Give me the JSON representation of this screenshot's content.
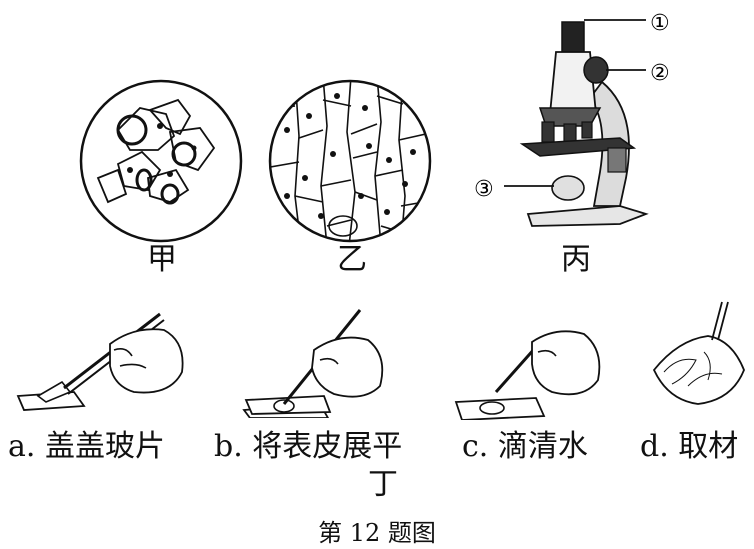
{
  "figure_labels": {
    "jia": "甲",
    "yi": "乙",
    "bing": "丙"
  },
  "microscope_parts": {
    "p1": "①",
    "p2": "②",
    "p3": "③"
  },
  "steps": {
    "a": "a. 盖盖玻片",
    "b_line1": "b. 将表皮展平",
    "b_line2": "丁",
    "c": "c. 滴清水",
    "d": "d. 取材"
  },
  "caption": "第 12 题图",
  "icons": {
    "cheek_cells_view": "cheek-cells-icon",
    "onion_cells_view": "onion-cells-icon",
    "microscope": "microscope-icon",
    "cover_slip_step": "tweezers-cover-slip-icon",
    "spread_step": "needle-spread-icon",
    "water_step": "dropper-icon",
    "material_step": "onion-scale-icon"
  }
}
